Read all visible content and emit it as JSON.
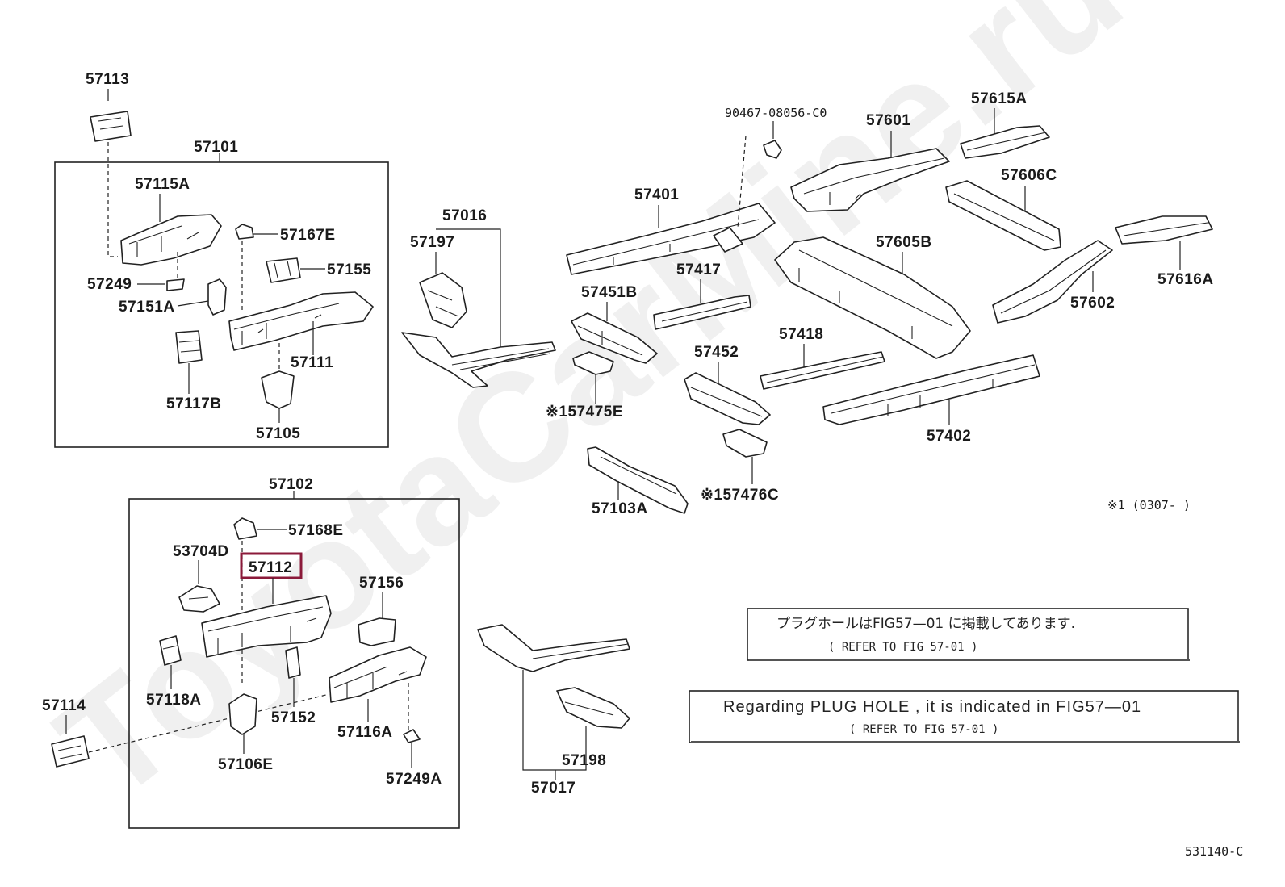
{
  "watermark": "ToyotaCarMine.ru",
  "diagram_code": "531140-C",
  "highlight_color": "#8b1a3a",
  "highlighted_part": "57112",
  "footnote": "※1 (0307-       )",
  "notes": {
    "jp": "プラグホールはFIG57—01 に掲載してあります.",
    "jp_ref": "(      REFER TO FIG 57-01       )",
    "en": "Regarding PLUG HOLE , it is indicated in FIG57—01",
    "en_ref": "(      REFER TO FIG 57-01      )"
  },
  "labels": {
    "p57113": "57113",
    "p57101": "57101",
    "p57115A": "57115A",
    "p57167E": "57167E",
    "p57155": "57155",
    "p57249": "57249",
    "p57151A": "57151A",
    "p57111": "57111",
    "p57117B": "57117B",
    "p57105": "57105",
    "p57016": "57016",
    "p57197": "57197",
    "p57401": "57401",
    "p57417": "57417",
    "p57451B": "57451B",
    "p57475E": "※157475E",
    "p90467": "90467-08056-C0",
    "p57601": "57601",
    "p57615A": "57615A",
    "p57606C": "57606C",
    "p57605B": "57605B",
    "p57616A": "57616A",
    "p57602": "57602",
    "p57418": "57418",
    "p57452": "57452",
    "p57402": "57402",
    "p57103A": "57103A",
    "p57476C": "※157476C",
    "p57102": "57102",
    "p57168E": "57168E",
    "p53704D": "53704D",
    "p57112": "57112",
    "p57156": "57156",
    "p57118A": "57118A",
    "p57152": "57152",
    "p57116A": "57116A",
    "p57106E": "57106E",
    "p57249A": "57249A",
    "p57114": "57114",
    "p57017": "57017",
    "p57198": "57198"
  }
}
